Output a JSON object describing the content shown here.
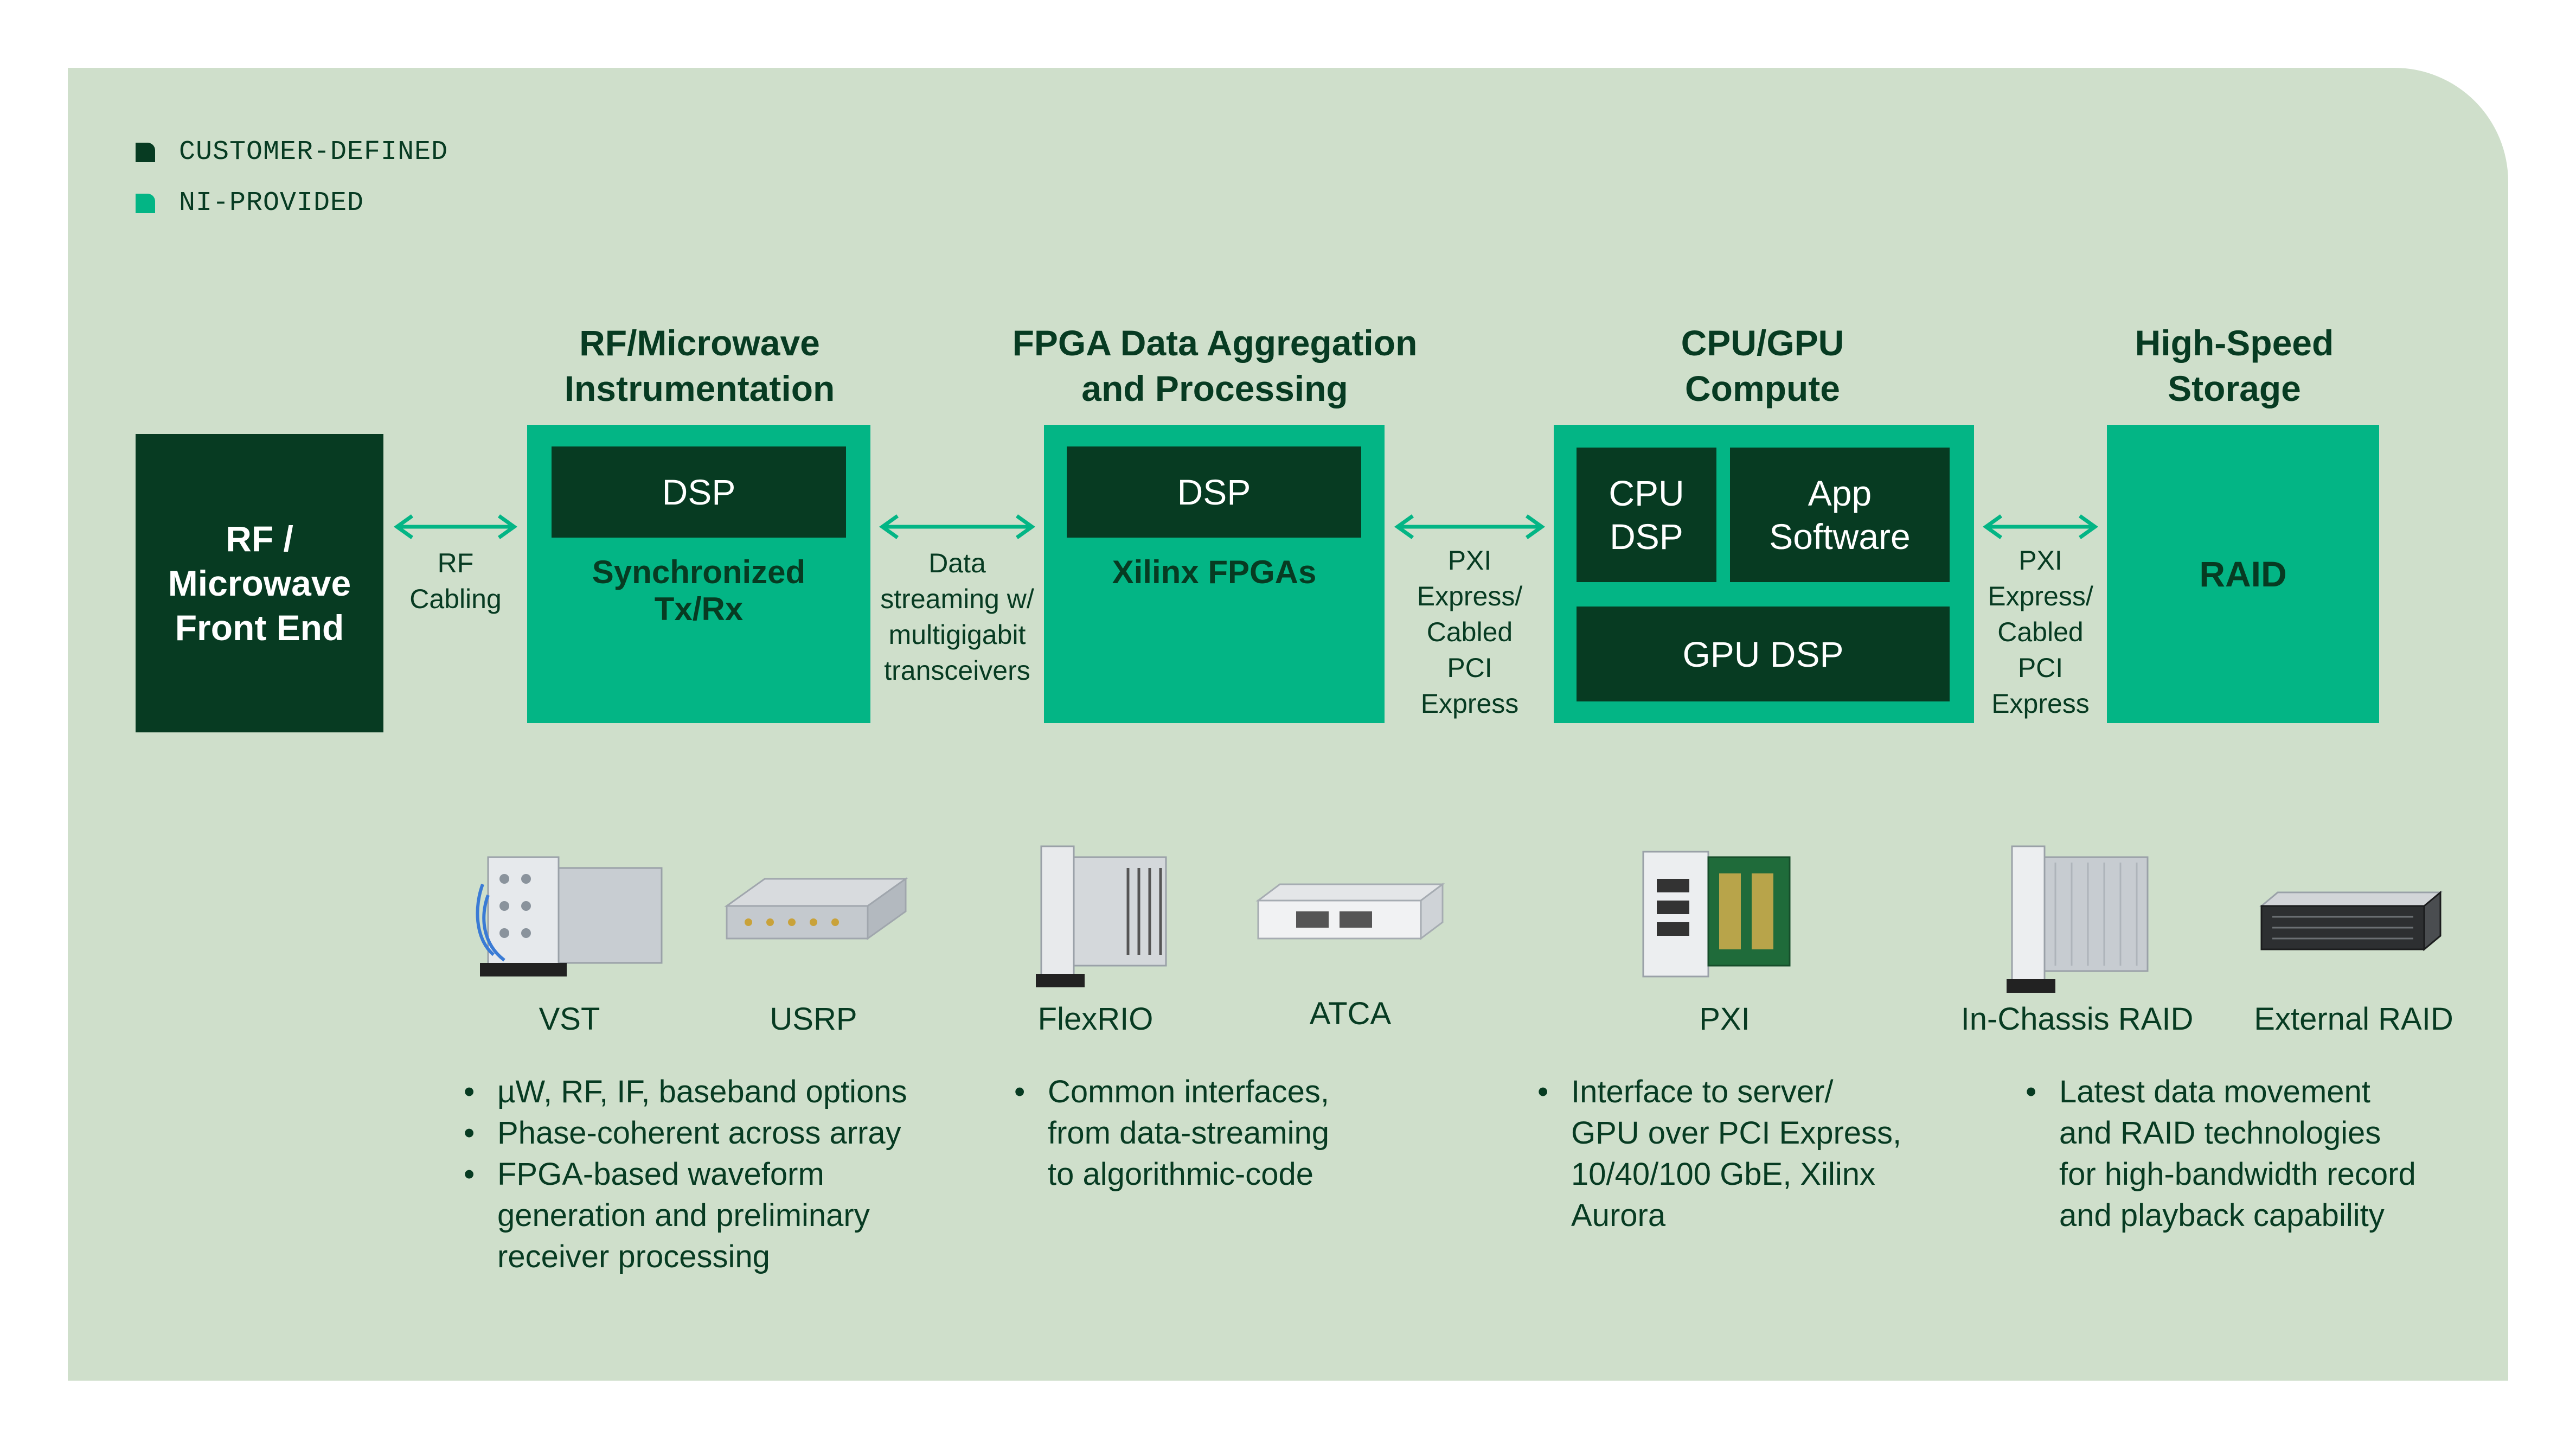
{
  "legend": [
    {
      "label": "CUSTOMER-DEFINED",
      "color": "#073b22"
    },
    {
      "label": "NI-PROVIDED",
      "color": "#03b585"
    }
  ],
  "colors": {
    "panel": "#cfdfcb",
    "dark": "#073b22",
    "green": "#03b585"
  },
  "sections": {
    "rf": {
      "title": "RF/Microwave\nInstrumentation",
      "inner": "DSP",
      "label": "Synchronized\nTx/Rx"
    },
    "fpga": {
      "title": "FPGA Data Aggregation\nand Processing",
      "inner": "DSP",
      "label": "Xilinx FPGAs"
    },
    "cpu": {
      "title": "CPU/GPU\nCompute",
      "cpu_dsp": "CPU\nDSP",
      "app": "App\nSoftware",
      "gpu": "GPU DSP"
    },
    "storage": {
      "title": "High-Speed\nStorage",
      "label": "RAID"
    }
  },
  "front_end": "RF /\nMicrowave\nFront End",
  "connections": [
    {
      "label": "RF\nCabling"
    },
    {
      "label": "Data\nstreaming w/\nmultigigabit\ntransceivers"
    },
    {
      "label": "PXI\nExpress/\nCabled\nPCI\nExpress"
    },
    {
      "label": "PXI\nExpress/\nCabled\nPCI\nExpress"
    }
  ],
  "products": [
    {
      "name": "VST",
      "icon": "vst-module-icon"
    },
    {
      "name": "USRP",
      "icon": "usrp-device-icon"
    },
    {
      "name": "FlexRIO",
      "icon": "flexrio-module-icon"
    },
    {
      "name": "ATCA",
      "icon": "atca-chassis-icon"
    },
    {
      "name": "PXI",
      "icon": "pxi-controller-icon"
    },
    {
      "name": "In-Chassis RAID",
      "icon": "in-chassis-raid-icon"
    },
    {
      "name": "External RAID",
      "icon": "external-raid-icon"
    }
  ],
  "bullets": {
    "rf": [
      "µW, RF, IF, baseband options",
      "Phase-coherent across array",
      "FPGA-based waveform\ngeneration and preliminary\nreceiver processing"
    ],
    "fpga": [
      "Common interfaces,\nfrom data-streaming\nto algorithmic-code"
    ],
    "cpu": [
      "Interface to server/\nGPU over PCI Express,\n10/40/100 GbE, Xilinx\nAurora"
    ],
    "storage": [
      "Latest data movement\nand RAID technologies\nfor high-bandwidth record\nand playback capability"
    ]
  }
}
